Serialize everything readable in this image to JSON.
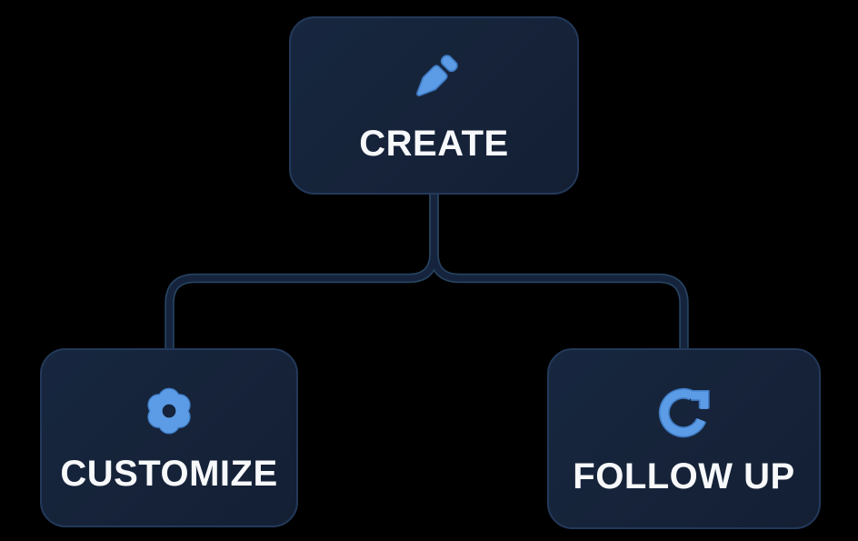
{
  "background_color": "#000000",
  "palette": {
    "node_fill": "#15233C",
    "node_border": "#23395A",
    "connector_rim": "#26425F",
    "connector_core": "#15233C",
    "icon_blue": "#5C9CE6",
    "icon_blue_dark": "#3F7AC2",
    "label_color": "#F7F8FA"
  },
  "diagram": {
    "type": "flowchart",
    "nodes": [
      {
        "id": "create",
        "label": "CREATE",
        "icon": "pencil-icon"
      },
      {
        "id": "customize",
        "label": "CUSTOMIZE",
        "icon": "flower-icon"
      },
      {
        "id": "follow-up",
        "label": "FOLLOW UP",
        "icon": "rotate-right-icon"
      }
    ],
    "edges": [
      {
        "from": "create",
        "to": "customize"
      },
      {
        "from": "create",
        "to": "follow-up"
      }
    ]
  }
}
